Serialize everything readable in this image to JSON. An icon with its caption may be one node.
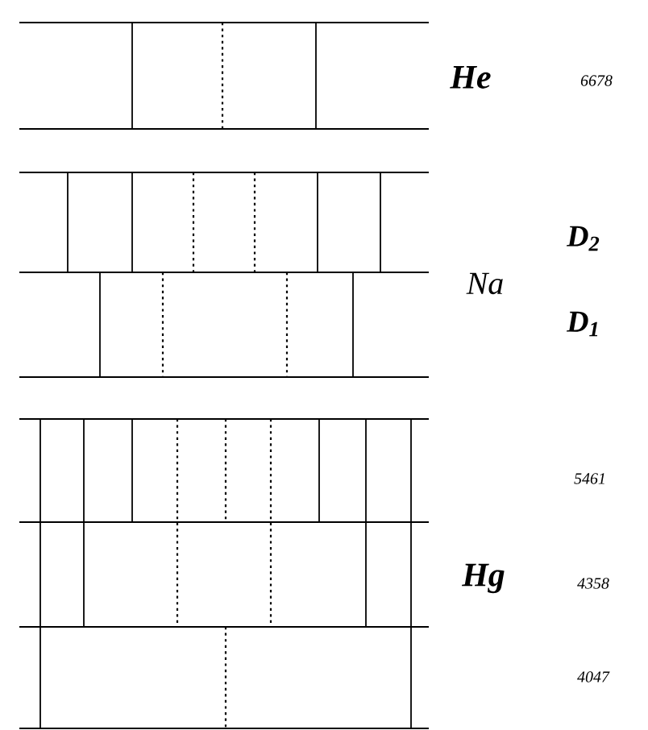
{
  "diagram": {
    "labels": [
      "He",
      "6678",
      "D$_{2}$",
      "Na",
      "D$_{1}$",
      "5461",
      "Hg",
      "4358",
      "4047"
    ]
  }
}
